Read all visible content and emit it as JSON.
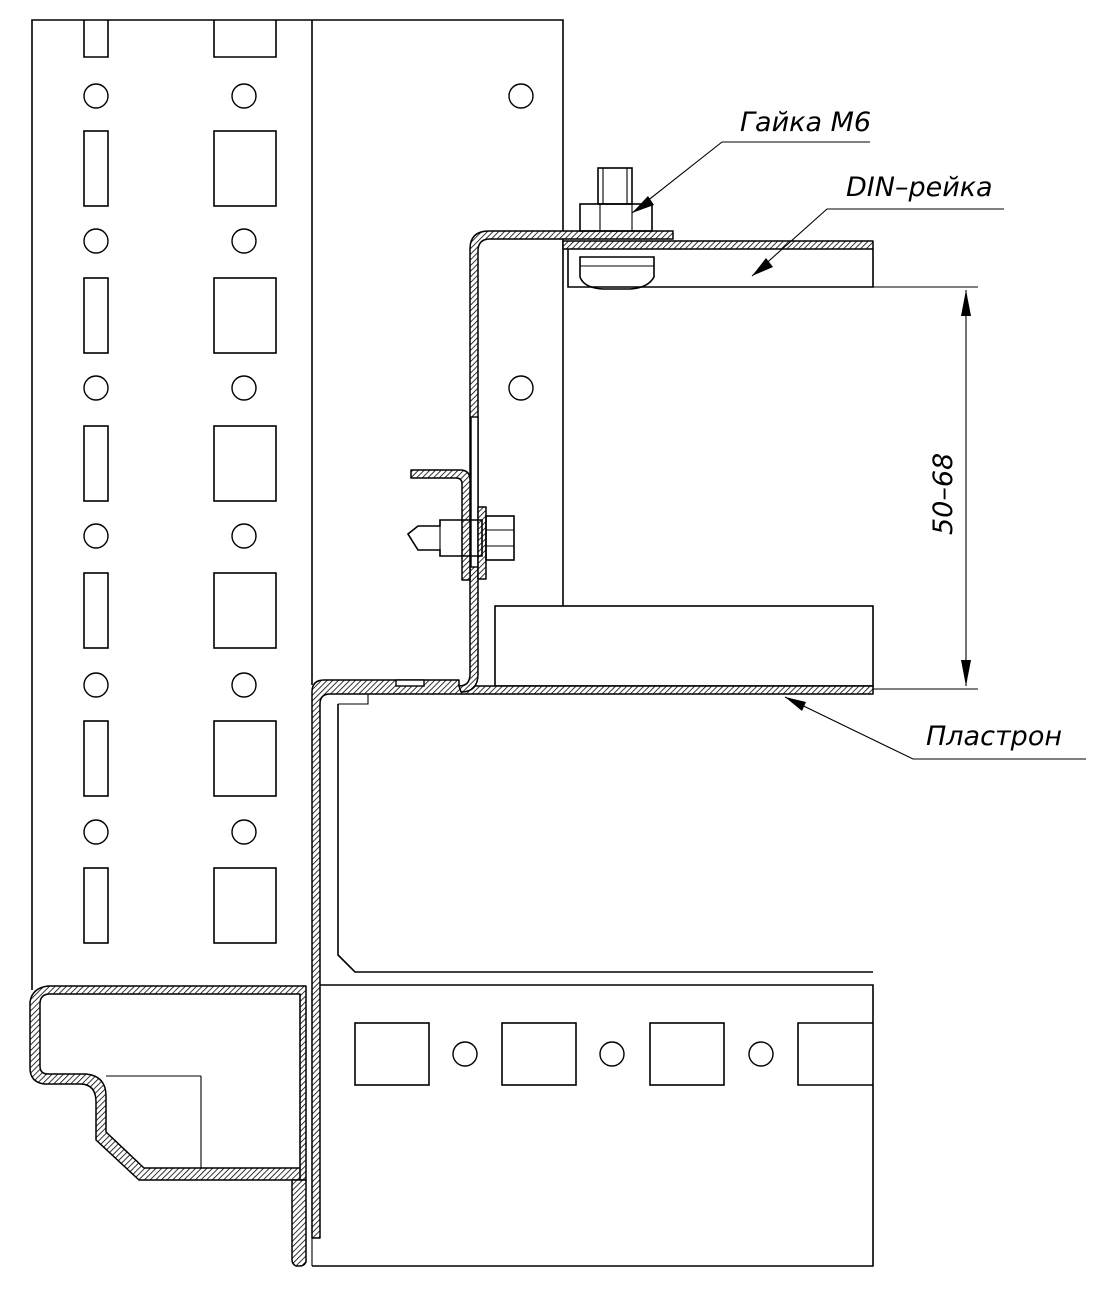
{
  "labels": {
    "nut": "Гайка М6",
    "din_rail": "DIN–рейка",
    "gap": "50–68",
    "plastron": "Пластрон"
  }
}
